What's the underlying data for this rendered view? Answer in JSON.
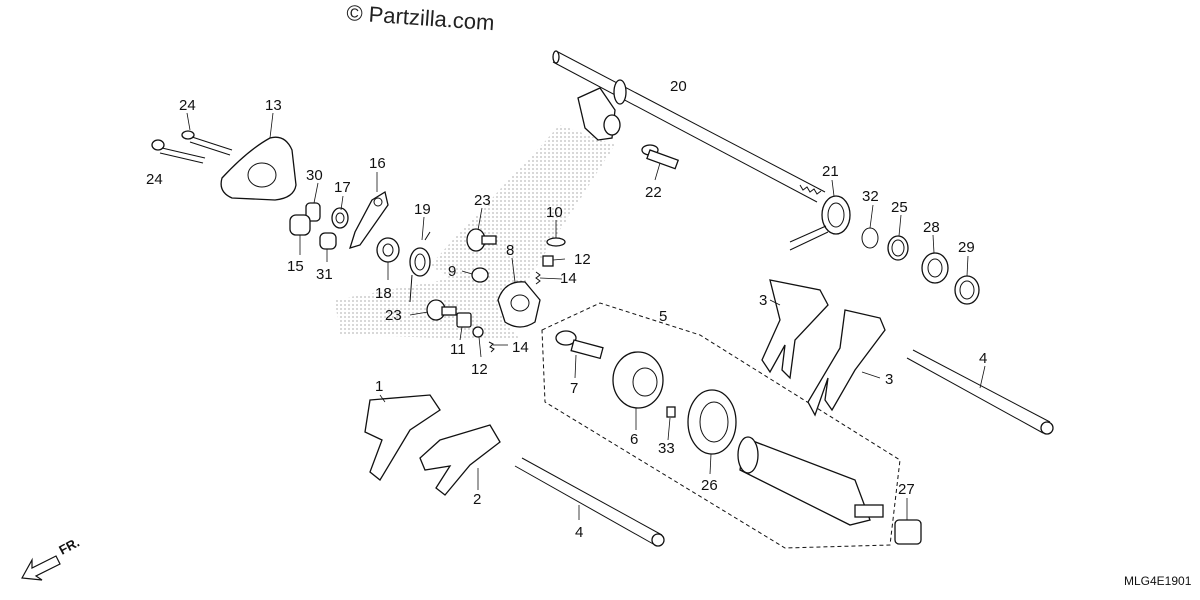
{
  "watermark": "© Partzilla.com",
  "diagram_code": "MLG4E1901",
  "front_indicator": "FR.",
  "callouts": {
    "c1": "1",
    "c2": "2",
    "c3a": "3",
    "c3b": "3",
    "c4a": "4",
    "c4b": "4",
    "c5": "5",
    "c6": "6",
    "c7": "7",
    "c8": "8",
    "c9": "9",
    "c10": "10",
    "c11": "11",
    "c12a": "12",
    "c12b": "12",
    "c13": "13",
    "c14a": "14",
    "c14b": "14",
    "c15": "15",
    "c16": "16",
    "c17": "17",
    "c18": "18",
    "c19": "19",
    "c20": "20",
    "c21": "21",
    "c22": "22",
    "c23a": "23",
    "c23b": "23",
    "c24a": "24",
    "c24b": "24",
    "c25": "25",
    "c26": "26",
    "c27": "27",
    "c28": "28",
    "c29": "29",
    "c30": "30",
    "c31": "31",
    "c32": "32",
    "c33": "33"
  },
  "colors": {
    "ink": "#111111",
    "background": "#ffffff",
    "dots": "#777777"
  }
}
